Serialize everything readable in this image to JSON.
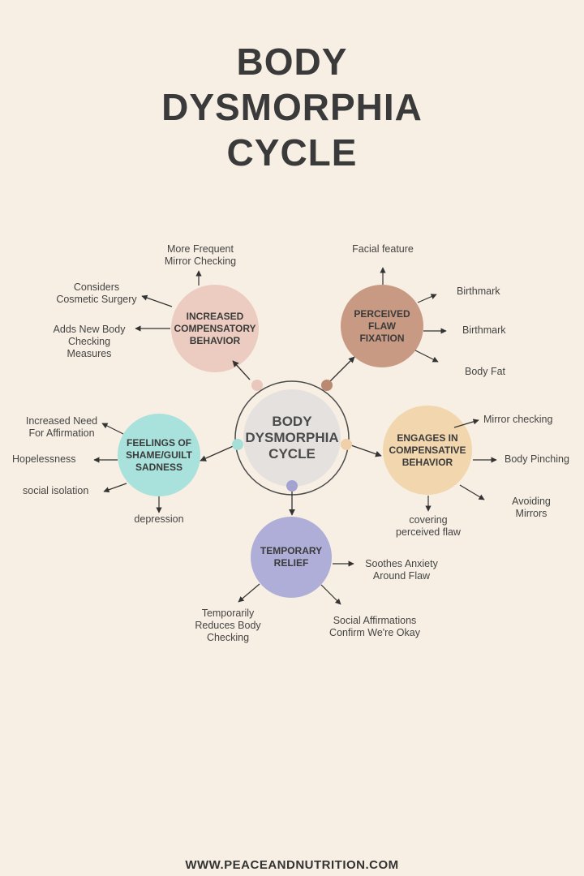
{
  "title": [
    "BODY",
    "DYSMORPHIA",
    "CYCLE"
  ],
  "center": {
    "lines": [
      "BODY",
      "DYSMORPHIA",
      "CYCLE"
    ],
    "color": "#e4e1df",
    "ring": "#4a4a4a"
  },
  "nodes": {
    "perceived": {
      "lines": [
        "PERCEIVED",
        "FLAW",
        "FIXATION"
      ],
      "color": "#c99a83",
      "dot": "#b98a70"
    },
    "engages": {
      "lines": [
        "ENGAGES IN",
        "COMPENSATIVE",
        "BEHAVIOR"
      ],
      "color": "#f2d6ad",
      "dot": "#f0d0a8"
    },
    "relief": {
      "lines": [
        "TEMPORARY",
        "RELIEF"
      ],
      "color": "#aeaed8",
      "dot": "#a3a3d2"
    },
    "feelings": {
      "lines": [
        "FEELINGS OF",
        "SHAME/GUILT",
        "SADNESS"
      ],
      "color": "#a9e1dc",
      "dot": "#a6dfd8"
    },
    "increased": {
      "lines": [
        "INCREASED",
        "COMPENSATORY",
        "BEHAVIOR"
      ],
      "color": "#ecccc0",
      "dot": "#eac7bd"
    }
  },
  "labels": {
    "perceived": [
      "Facial feature",
      "Birthmark",
      "Birthmark",
      "Body Fat"
    ],
    "engages": [
      "Mirror checking",
      "Body Pinching",
      "Avoiding\nMirrors",
      "covering\nperceived flaw"
    ],
    "relief": [
      "Soothes Anxiety\nAround Flaw",
      "Social Affirmations\nConfirm We're Okay",
      "Temporarily\nReduces Body\nChecking"
    ],
    "feelings": [
      "Increased Need\nFor Affirmation",
      "Hopelessness",
      "social isolation",
      "depression"
    ],
    "increased": [
      "More Frequent\nMirror Checking",
      "Considers\nCosmetic Surgery",
      "Adds New Body\nChecking\nMeasures"
    ]
  },
  "footer": "WWW.PEACEANDNUTRITION.COM"
}
